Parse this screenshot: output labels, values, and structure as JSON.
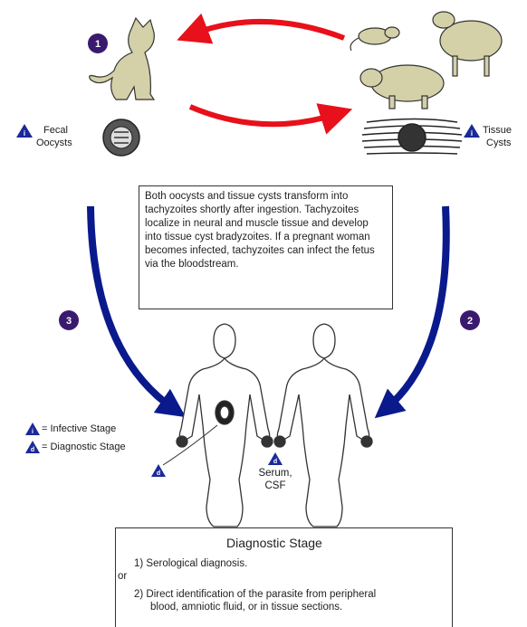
{
  "stage_labels": {
    "fecal_oocysts": [
      "Fecal",
      "Oocysts"
    ],
    "tissue_cysts": [
      "Tissue",
      "Cysts"
    ],
    "serum_csf": [
      "Serum,",
      "CSF"
    ]
  },
  "step_numbers": [
    "1",
    "2",
    "3"
  ],
  "stage_marks": {
    "infective": "i",
    "diagnostic": "d"
  },
  "legend": {
    "infective": "= Infective Stage",
    "diagnostic": "= Diagnostic Stage"
  },
  "description": "Both oocysts and tissue cysts transform into tachyzoites shortly after ingestion. Tachyzoites localize in neural and muscle tissue and develop into tissue cyst bradyzoites. If a pregnant woman becomes infected, tachyzoites can infect the fetus via the bloodstream.",
  "diagnostic_box": {
    "title": "Diagnostic Stage",
    "item1": "1) Serological diagnosis.",
    "or_text": "or",
    "item2_line1": "2) Direct identification of the parasite from peripheral",
    "item2_line2": "blood, amniotic fluid, or in tissue sections."
  },
  "colors": {
    "red_arrow": "#e8101a",
    "blue_arrow": "#0a1a8c",
    "step_circle": "#3a1a6e",
    "stage_triangle": "#1a2a9a",
    "animal_fill": "#d4d0a8"
  }
}
